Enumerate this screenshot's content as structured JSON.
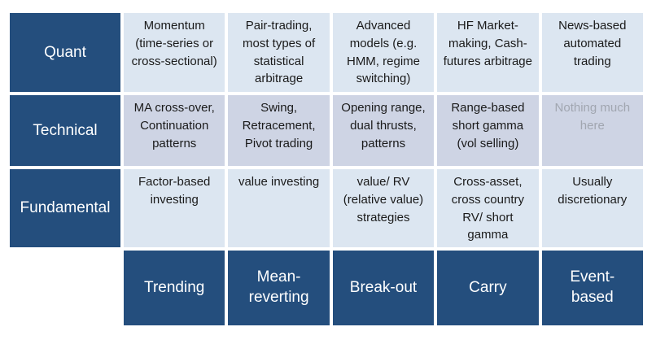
{
  "matrix": {
    "rows": [
      {
        "header": "Quant",
        "cells": [
          "Momentum (time-series or cross-sectional)",
          "Pair-trading, most types of statistical arbitrage",
          "Advanced models (e.g. HMM, regime switching)",
          "HF Market-making, Cash-futures arbitrage",
          "News-based automated trading"
        ]
      },
      {
        "header": "Technical",
        "cells": [
          "MA cross-over, Continuation patterns",
          "Swing, Retracement, Pivot trading",
          "Opening range, dual thrusts, patterns",
          "Range-based short gamma (vol selling)",
          "Nothing much here"
        ]
      },
      {
        "header": "Fundamental",
        "cells": [
          "Factor-based investing",
          "value investing",
          "value/ RV (relative value) strategies",
          "Cross-asset, cross country RV/ short gamma",
          "Usually discretionary"
        ]
      }
    ],
    "footers": [
      "Trending",
      "Mean-reverting",
      "Break-out",
      "Carry",
      "Event-based"
    ],
    "colors": {
      "header_bg": "#244E7D",
      "header_text": "#FFFFFF",
      "row_light_bg": "#DCE6F1",
      "row_band_bg": "#CED4E4",
      "body_text": "#1A1A1A",
      "muted_text": "#A1A6B0",
      "gap": "#FFFFFF"
    }
  }
}
